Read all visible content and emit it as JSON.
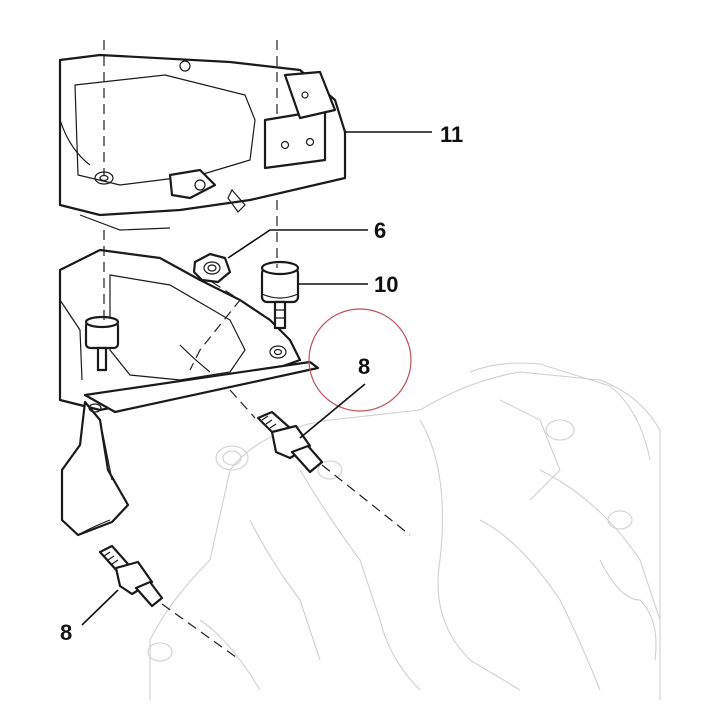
{
  "callouts": {
    "c11": "11",
    "c6": "6",
    "c10": "10",
    "c8_right": "8",
    "c8_left": "8"
  },
  "colors": {
    "line": "#1a1a1a",
    "background_part": "#d0d0d0",
    "highlight_circle": "#c0505a"
  },
  "icons": {
    "bracket": "mounting-bracket-icon",
    "rubber_mount": "rubber-mount-icon",
    "nut": "hex-nut-icon",
    "stud": "stud-bolt-icon"
  }
}
